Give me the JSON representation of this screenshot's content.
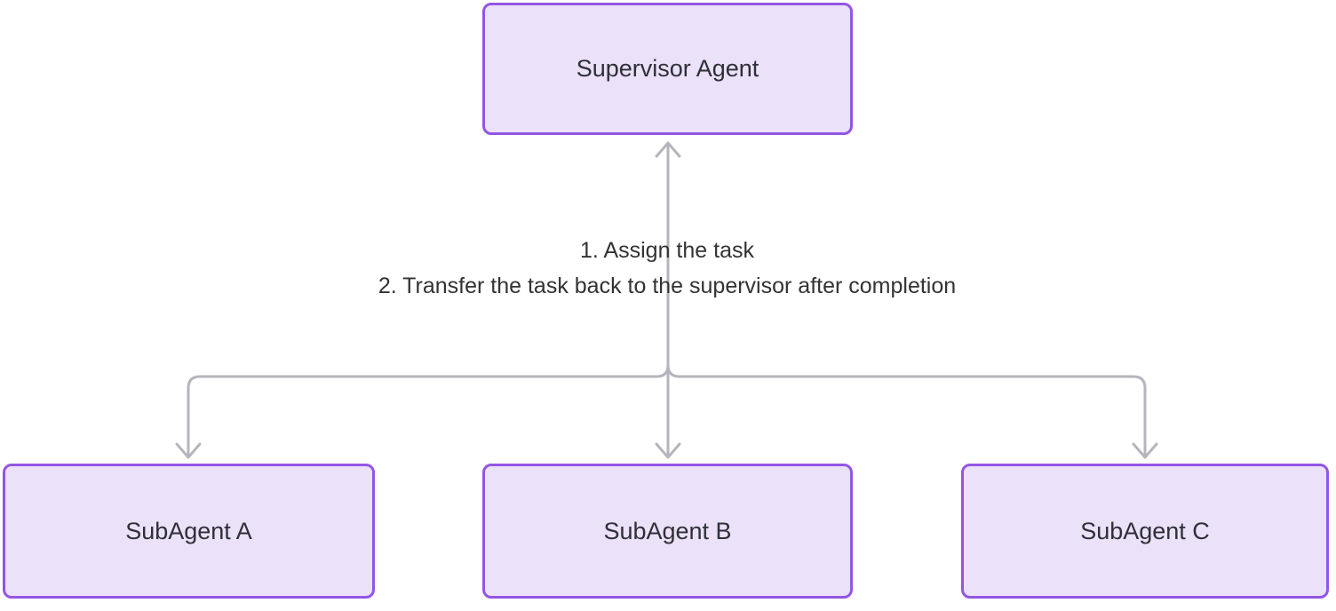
{
  "diagram": {
    "nodes": [
      {
        "id": "supervisor",
        "label": "Supervisor Agent"
      },
      {
        "id": "subagent-a",
        "label": "SubAgent A"
      },
      {
        "id": "subagent-b",
        "label": "SubAgent B"
      },
      {
        "id": "subagent-c",
        "label": "SubAgent C"
      }
    ],
    "edges": [
      {
        "from": "subagent-b",
        "to": "supervisor",
        "direction": "up"
      },
      {
        "from": "supervisor",
        "to": "subagent-a",
        "direction": "down"
      },
      {
        "from": "supervisor",
        "to": "subagent-b",
        "direction": "down"
      },
      {
        "from": "supervisor",
        "to": "subagent-c",
        "direction": "down"
      }
    ],
    "edge_label": {
      "line1": "1. Assign the task",
      "line2": "2. Transfer the task back to the supervisor after completion"
    }
  },
  "colors": {
    "node_fill": "#ebe1f9",
    "node_border": "#9355e4",
    "node_text": "#2f2f38",
    "connector": "#b5b5bd",
    "label_text": "#333333",
    "background": "#ffffff"
  }
}
